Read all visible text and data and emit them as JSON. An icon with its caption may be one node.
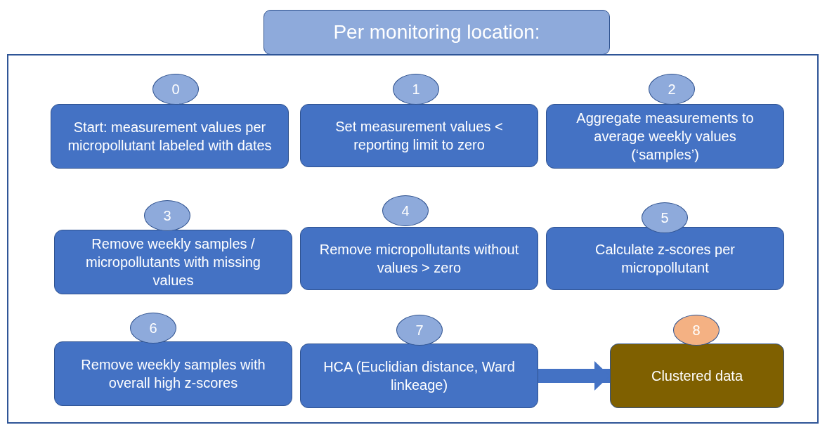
{
  "diagram": {
    "nodes": [
      {
        "text": [
          "Per monitoring location:"
        ]
      },
      {
        "text": [],
        "shape": "box"
      },
      {
        "text": [
          "0"
        ],
        "in": 1
      },
      {
        "text": [
          "Start: measurement values per micropollutant labeled with dates"
        ],
        "in": 1
      },
      {
        "text": [
          "1"
        ],
        "in": 1
      },
      {
        "text": [
          "Set measurement values < reporting limit to zero"
        ],
        "in": 1
      },
      {
        "text": [
          "2"
        ],
        "in": 1
      },
      {
        "text": [
          "Aggregate measurements to average weekly values (‘samples’)"
        ],
        "in": 1
      },
      {
        "text": [
          "3"
        ],
        "in": 1
      },
      {
        "text": [
          "Remove weekly samples / micropollutants with missing values"
        ],
        "in": 1
      },
      {
        "text": [
          "4"
        ],
        "in": 1
      },
      {
        "text": [
          "Remove micropollutants without values > zero"
        ],
        "in": 1
      },
      {
        "text": [
          "5"
        ],
        "in": 1
      },
      {
        "text": [
          "Calculate z-scores per micropollutant"
        ],
        "in": 1
      },
      {
        "text": [
          "6"
        ],
        "in": 1
      },
      {
        "text": [
          "Remove weekly samples with overall high z-scores"
        ],
        "in": 1
      },
      {
        "text": [
          "7"
        ],
        "in": 1
      },
      {
        "text": [
          "HCA (Euclidian distance, Ward linkeage)"
        ],
        "in": 1
      },
      {
        "text": [
          "8"
        ],
        "in": 1
      },
      {
        "text": [
          "Clustered data"
        ],
        "in": 1
      }
    ],
    "edges": [
      {
        "from": 17,
        "to": 19,
        "arrow": "to"
      }
    ]
  }
}
